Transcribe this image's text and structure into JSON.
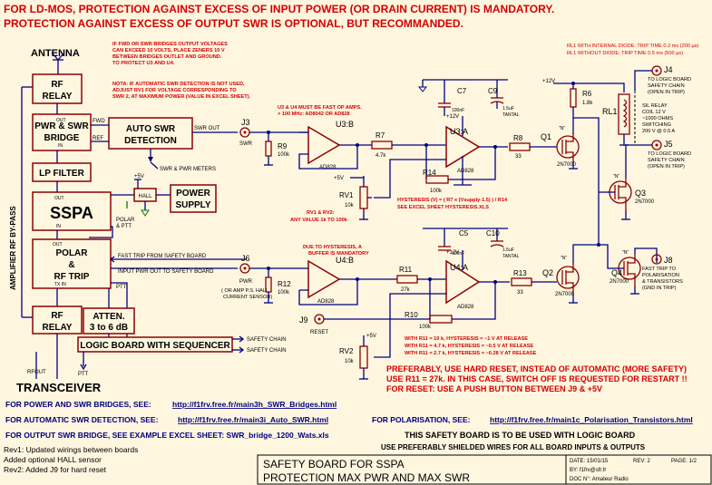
{
  "header": {
    "line1": "FOR LD-MOS, PROTECTION AGAINST EXCESS OF INPUT POWER (OR DRAIN CURRENT) IS MANDATORY.",
    "line2": "PROTECTION AGAINST EXCESS OF OUTPUT SWR IS OPTIONAL, BUT RECOMMANDED."
  },
  "notes": {
    "zener": [
      "IF FWD OR SWR BRIDGES OUTPUT VOLTAGES",
      "CAN EXCEED 10 VOLTS, PLACE ZENERS 10 V",
      "BETWEEN BRIDGES OUTLET AND GROUND.",
      "TO PROTECT U3 AND U4."
    ],
    "auto_swr": [
      "NOTA: IF AUTOMATIC SWR DETECTION IS NOT USED,",
      "ADJUST RV1 FOR VOLTAGE CORRESPONDING TO",
      "SWR 2, AT MAXIMUM POWER (VALUE IN EXCEL SHEET)."
    ],
    "fast_opamp": [
      "U3 & U4 MUST BE FAST OP AMPS.",
      "> 100 MHz: AD8042 OR AD828"
    ],
    "rl1_trip": [
      "RL1 WITH INTERNAL DIODE: TRIP TIME 0.2 ms (200 µs)",
      "RL1 WITHOUT DIODE: TRIP TIME 0.5 ms (500 µs)"
    ],
    "hysteresis_formula": [
      "HYSTERESIS (V) = ( R7 x (Vsupply-1.5) ) / R14",
      "SEE EXCEL SHEET HYSTERESIS.XLS"
    ],
    "rv_values": [
      "RV1 & RV2:",
      "ANY VALUE 1k TO 100k"
    ],
    "hysteresis_mandatory": [
      "DUE TO HYSTERESIS, A",
      "BUFFER IS MANDATORY"
    ],
    "r11_table": [
      "WITH R11 = 10 k,  HYSTERESIS = ~1 V AT RELEASE",
      "WITH R11 = 4.7 k,  HYSTERESIS = ~0.5 V AT RELEASE",
      "WITH R11 = 2.7 k,  HYSTERESIS = ~0.28 V AT RELEASE"
    ],
    "reset": [
      "PREFERABLY, USE HARD RESET, INSTEAD OF AUTOMATIC (MORE SAFETY)",
      "USE R11 = 27k. IN THIS CASE, SWITCH OFF IS REQUESTED FOR RESTART !!",
      "FOR RESET: USE A PUSH BUTTON BETWEEN J9 & +5V"
    ]
  },
  "blocks": {
    "antenna": "ANTENNA",
    "rf_relay": [
      "RF",
      "RELAY"
    ],
    "pwr_swr": [
      "PWR & SWR",
      "BRIDGE"
    ],
    "auto_swr": [
      "AUTO SWR",
      "DETECTION"
    ],
    "lp_filter": "LP FILTER",
    "sspa": "SSPA",
    "power_supply": [
      "POWER",
      "SUPPLY"
    ],
    "hall": "HALL",
    "polar": [
      "POLAR",
      "&",
      "RF TRIP"
    ],
    "atten": [
      "ATTEN.",
      "3 to 6 dB"
    ],
    "logic": "LOGIC BOARD WITH SEQUENCER",
    "transceiver": "TRANSCEIVER",
    "bypass": "AMPLIFIER RF BY-PASS"
  },
  "small_labels": {
    "out": "OUT",
    "in": "IN",
    "fwd": "FWD",
    "ref": "REF",
    "swr_out": "SWR OUT",
    "swr_pwr_meters": "SWR & PWR METERS",
    "plus5": "+5V",
    "polar_ptt": [
      "POLAR",
      "& PTT"
    ],
    "tx_in": "TX IN",
    "ptt": "PTT",
    "rfout": "RFOUT",
    "fast_trip": "FAST TRIP FROM SAFETY BOARD",
    "input_pwr": "INPUT PWR OUT TO SAFETY BOARD",
    "safety_chain": "SAFETY CHAIN",
    "or_hall": [
      "( OR AMP P.S. HALL",
      "CURRENT SENSOR)"
    ],
    "plus12": "+12V",
    "pwr": "PWR",
    "swr": "SWR",
    "reset": "RESET",
    "ad828": "AD828",
    "tantal": "TANTAL",
    "c_1u5": "1.5uF",
    "c_100n": "100nF",
    "n_tag": "\"N\"",
    "relay_coil": [
      "SIL RELAY",
      "COIL 12 V",
      "~1000 OHMS",
      "SWITCHING",
      "200 V @ 0.5 A"
    ],
    "j4_text": [
      "TO LOGIC BOARD",
      "SAFETY CHAIN",
      "(OPEN IN TRIP)"
    ],
    "j5_text": [
      "TO LOGIC BOARD",
      "SAFETY CHAIN",
      "(OPEN IN TRIP)"
    ],
    "j8_text": [
      "FAST TRIP TO",
      "POLARISATION",
      "& TRANSISTORS",
      "(GND IN TRIP)"
    ]
  },
  "parts": {
    "J3": "J3",
    "J6": "J6",
    "J9": "J9",
    "J4": "J4",
    "J5": "J5",
    "J8": "J8",
    "R6": "R6",
    "R6v": "1.8k",
    "R7": "R7",
    "R7v": "4.7k",
    "R8": "R8",
    "R8v": "33",
    "R9": "R9",
    "R9v": "100k",
    "R10": "R10",
    "R10v": "100k",
    "R11": "R11",
    "R11v": "27k",
    "R12": "R12",
    "R12v": "100k",
    "R13": "R13",
    "R13v": "33",
    "R14": "R14",
    "R14v": "100k",
    "RV1": "RV1",
    "RV1v": "10k",
    "RV2": "RV2",
    "RV2v": "10k",
    "C5": "C5",
    "C7": "C7",
    "C9": "C9",
    "C10": "C10",
    "U3A": "U3:A",
    "U3B": "U3:B",
    "U4A": "U4:A",
    "U4B": "U4:B",
    "Q1": "Q1",
    "Q2": "Q2",
    "Q3": "Q3",
    "Q4": "Q4",
    "Q_type": "2N7000",
    "RL1": "RL1"
  },
  "links": {
    "power_bridges_label": "FOR POWER AND SWR BRIDGES, SEE:",
    "power_bridges_url": "http://f1frv.free.fr/main3h_SWR_Bridges.html",
    "auto_swr_label": "FOR AUTOMATIC SWR DETECTION, SEE:",
    "auto_swr_url": "http://f1frv.free.fr/main3i_Auto_SWR.html",
    "polarisation_label": "FOR POLARISATION, SEE:",
    "polarisation_url": "http://f1frv.free.fr/main1c_Polarisation_Transistors.html",
    "excel": "FOR OUTPUT SWR BRIDGE, SEE EXAMPLE EXCEL SHEET:  SWR_bridge_1200_Wats.xls"
  },
  "footer": {
    "logic_note": "THIS SAFETY BOARD IS TO BE USED WITH LOGIC BOARD",
    "shielded_note": "USE PREFERABLY SHIELDED WIRES FOR ALL BOARD INPUTS & OUTPUTS",
    "rev1": "Rev1: Updated wirings between boards",
    "rev1b": "Added optional HALL sensor",
    "rev2": "Rev2: Added J9 for hard reset"
  },
  "title_block": {
    "title1": "SAFETY BOARD FOR SSPA",
    "title2": "PROTECTION MAX PWR AND MAX SWR",
    "date": "DATE: 15/01/15",
    "rev": "REV:  2",
    "page": "PAGE:  1/2",
    "by": "BY:  f1frv@sfr.fr",
    "doc": "DOC N°: Amateur Radio"
  }
}
